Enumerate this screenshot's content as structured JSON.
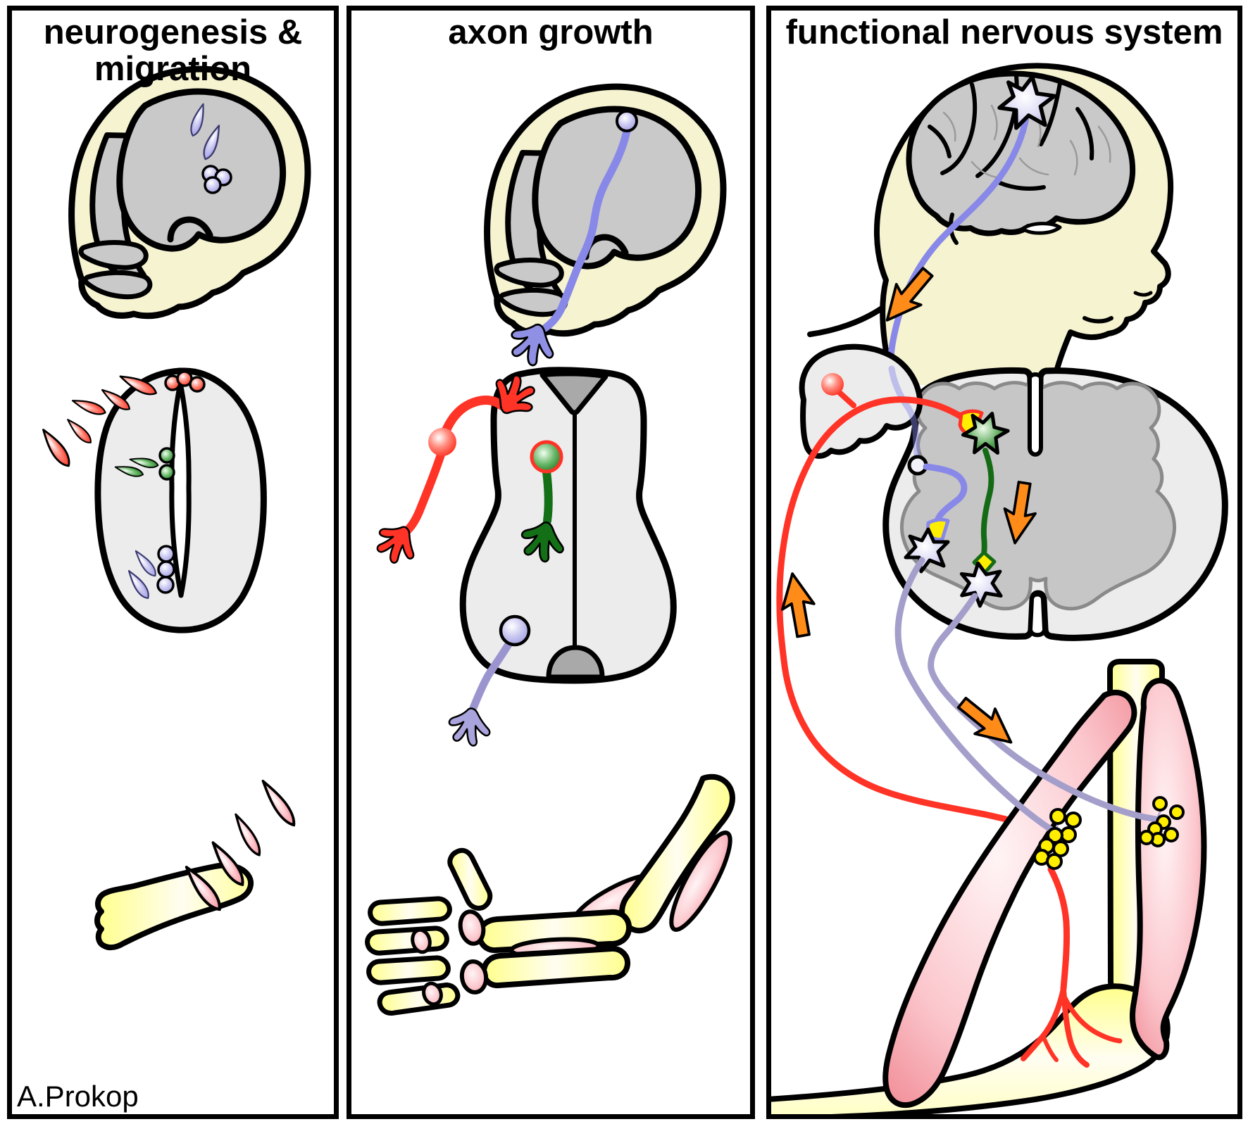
{
  "figure": {
    "attribution": "A.Prokop",
    "background": "#ffffff",
    "panel_border_color": "#000000"
  },
  "panels": [
    {
      "id": "neurogenesis-migration",
      "title_line1": "neurogenesis &",
      "title_line2": "migration",
      "illustrations": [
        "fetal-head-brain-with-migrating-neuroblasts",
        "neural-tube-cross-section-with-migrating-cells",
        "limb-bud-with-migrating-muscle-precursor-cells"
      ]
    },
    {
      "id": "axon-growth",
      "title": "axon growth",
      "illustrations": [
        "fetal-head-with-growing-axon-and-growth-cone",
        "spinal-cord-cross-section-with-growing-axons",
        "embryonic-arm-skeleton-with-forming-muscles"
      ]
    },
    {
      "id": "functional-nervous-system",
      "title": "functional nervous system",
      "illustrations": [
        "adult-head-with-cortical-neuron",
        "spinal-cord-cross-section-with-reflex-circuit-and-synapses",
        "arm-muscles-with-motor-axons-and-neuromuscular-junctions"
      ]
    }
  ],
  "palette": {
    "skin": "#f6f3d1",
    "brain_gray": "#c9c9c9",
    "cord_light_gray": "#ececec",
    "gray_matter": "#c6c6c6",
    "plate_gray": "#a9a9a9",
    "red_neuron": "#ff3326",
    "green_neuron": "#156b15",
    "blue_axon": "#8888e8",
    "lavender_motor_axon": "#a49ecb",
    "purple_cell": "#9b97e0",
    "orange_arrow": "#ff8c19",
    "yellow_synapse": "#ffee00",
    "muscle_pink": "#f0838e",
    "bone_yellow": "#ffff8c",
    "outline": "#000000"
  }
}
